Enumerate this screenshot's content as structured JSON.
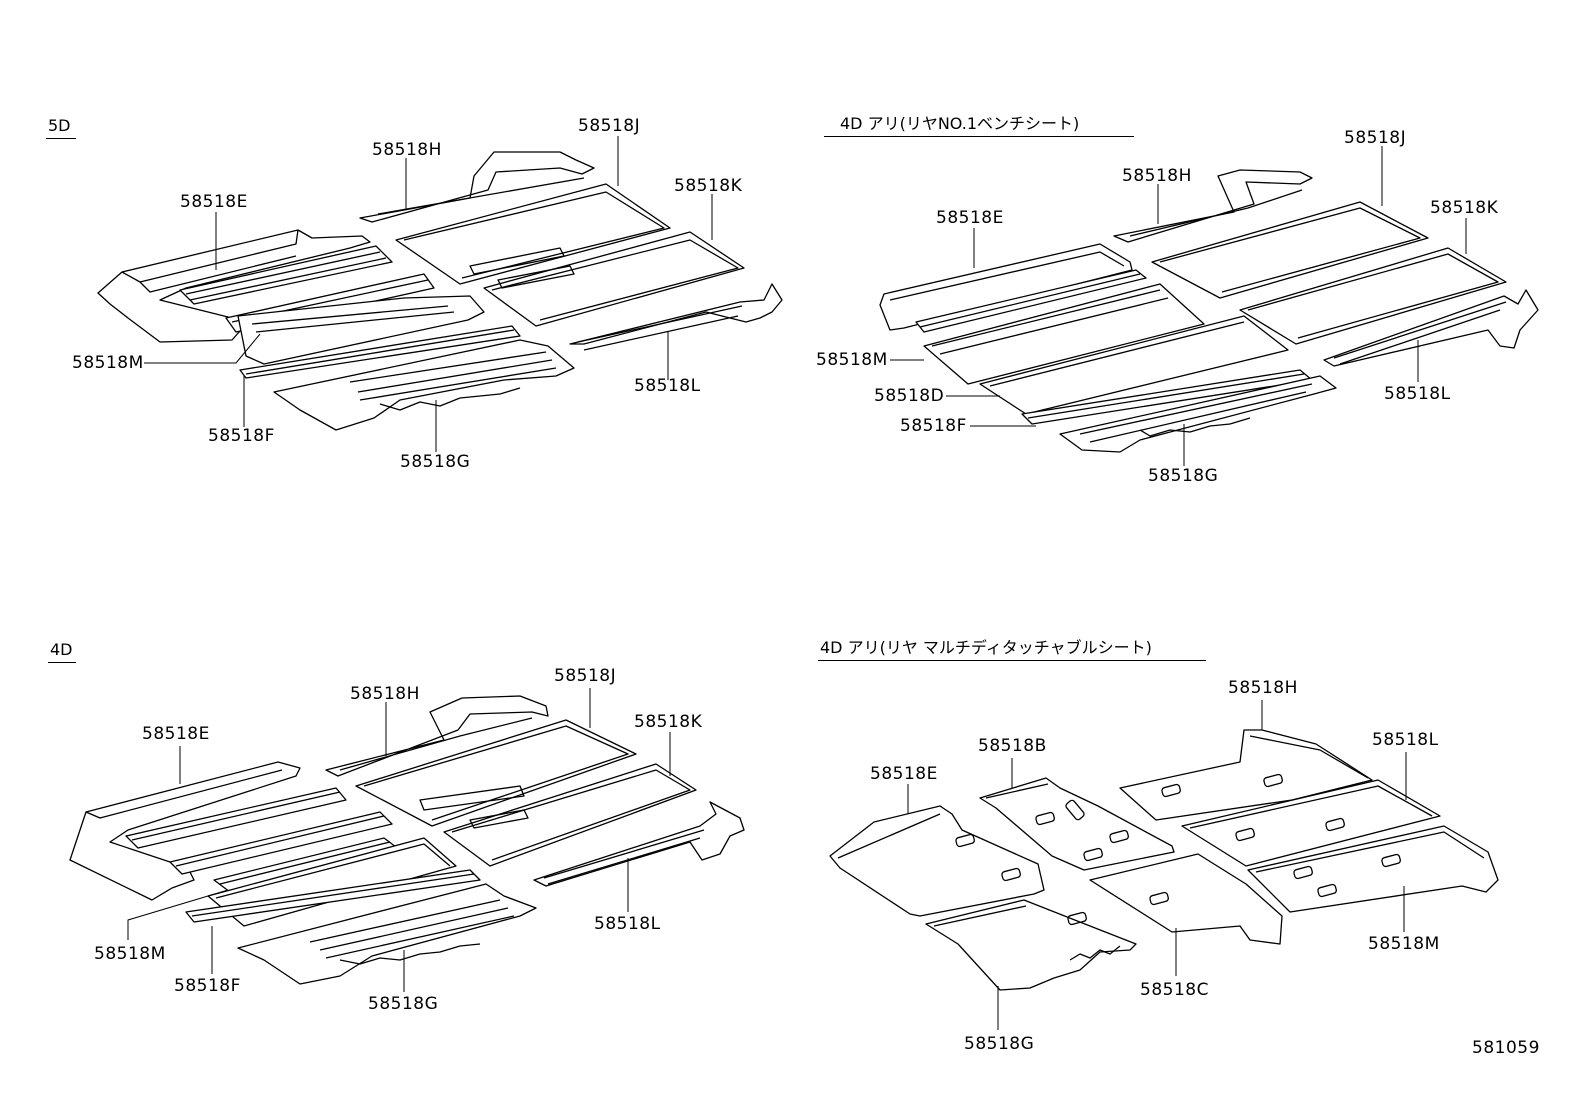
{
  "sections": [
    {
      "title": "5D",
      "callouts": [
        "58518J",
        "58518H",
        "58518K",
        "58518E",
        "58518M",
        "58518L",
        "58518F",
        "58518G"
      ]
    },
    {
      "title": "4D アリ(リヤNO.1ベンチシート)",
      "callouts": [
        "58518J",
        "58518H",
        "58518K",
        "58518E",
        "58518M",
        "58518D",
        "58518F",
        "58518L",
        "58518G"
      ]
    },
    {
      "title": "4D",
      "callouts": [
        "58518J",
        "58518H",
        "58518K",
        "58518E",
        "58518M",
        "58518L",
        "58518F",
        "58518G"
      ]
    },
    {
      "title": "4D アリ(リヤ マルチディタッチャブルシート)",
      "callouts": [
        "58518H",
        "58518B",
        "58518L",
        "58518E",
        "58518C",
        "58518M",
        "58518G"
      ]
    }
  ],
  "figure_number": "581059"
}
